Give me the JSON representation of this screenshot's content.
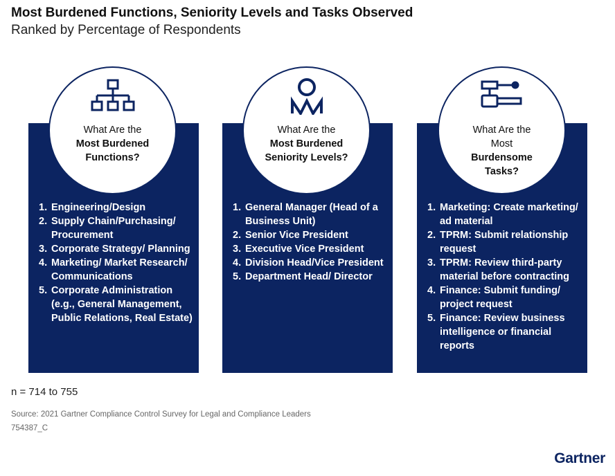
{
  "title": "Most Burdened Functions, Seniority Levels and Tasks Observed",
  "subtitle": "Ranked by Percentage of Respondents",
  "panels": [
    {
      "icon": "org-chart-icon",
      "question": [
        "What Are the",
        "Most Burdened",
        "Functions?"
      ],
      "items": [
        {
          "num": "1.",
          "lead": "",
          "text": "Engineering/Design"
        },
        {
          "num": "2.",
          "lead": "",
          "text": "Supply Chain/Purchasing/ Procurement"
        },
        {
          "num": "3.",
          "lead": "",
          "text": "Corporate Strategy/ Planning"
        },
        {
          "num": "4.",
          "lead": "",
          "text": "Marketing/ Market Research/ Communications"
        },
        {
          "num": "5.",
          "lead": "",
          "text": "Corporate Administration (e.g., General Management, Public Relations, Real Estate)"
        }
      ]
    },
    {
      "icon": "person-icon",
      "question": [
        "What Are the",
        "Most Burdened",
        "Seniority Levels?"
      ],
      "items": [
        {
          "num": "1.",
          "lead": "",
          "text": "General Manager (Head of a Business Unit)"
        },
        {
          "num": "2.",
          "lead": "",
          "text": "Senior Vice President"
        },
        {
          "num": "3.",
          "lead": "",
          "text": "Executive Vice President"
        },
        {
          "num": "4.",
          "lead": "",
          "text": "Division Head/Vice President"
        },
        {
          "num": "5.",
          "lead": "",
          "text": "Department Head/ Director"
        }
      ]
    },
    {
      "icon": "task-flow-icon",
      "question": [
        "What Are the",
        "Most Burdensome",
        "Tasks?"
      ],
      "items": [
        {
          "num": "1.",
          "lead": "Marketing:",
          "text": "Create marketing/ ad material"
        },
        {
          "num": "2.",
          "lead": "TPRM:",
          "text": "Submit relationship request"
        },
        {
          "num": "3.",
          "lead": "TPRM:",
          "text": "Review third-party material before contracting"
        },
        {
          "num": "4.",
          "lead": "Finance:",
          "text": "Submit funding/ project request"
        },
        {
          "num": "5.",
          "lead": "Finance:",
          "text": "Review business intelligence or financial reports"
        }
      ]
    }
  ],
  "n_text": "n = 714 to 755",
  "source": "Source: 2021 Gartner Compliance Control Survey for Legal and Compliance Leaders",
  "code": "754387_C",
  "logo": "Gartner",
  "colors": {
    "navy": "#0c2461",
    "white": "#ffffff"
  }
}
